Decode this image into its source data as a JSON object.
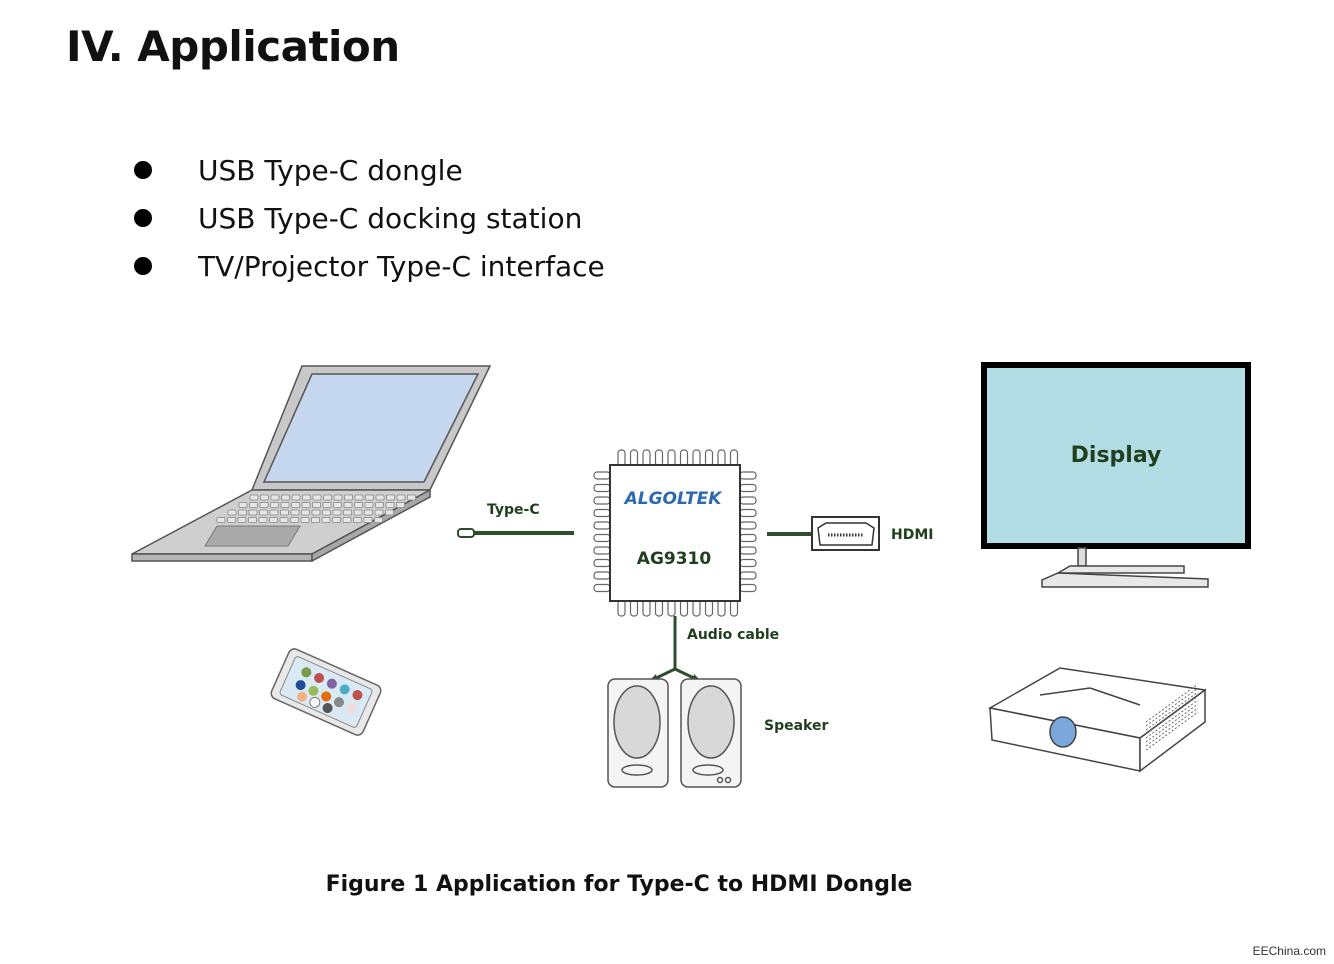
{
  "heading": "IV. Application",
  "bullets": [
    "USB Type-C dongle",
    "USB Type-C docking station",
    "TV/Projector Type-C interface"
  ],
  "diagram": {
    "chip_brand": "ALGOLTEK",
    "chip_model": "AG9310",
    "label_typec": "Type-C",
    "label_hdmi": "HDMI",
    "label_audio": "Audio cable",
    "label_speaker": "Speaker",
    "label_display": "Display",
    "colors": {
      "line": "#2e4d2e",
      "label": "#1f3f1f",
      "brand": "#2b6ab0",
      "screen_laptop": "#c5d7ee",
      "screen_display": "#b3dde5"
    }
  },
  "caption": "Figure 1 Application for Type-C to HDMI Dongle",
  "watermark": "EEChina.com"
}
